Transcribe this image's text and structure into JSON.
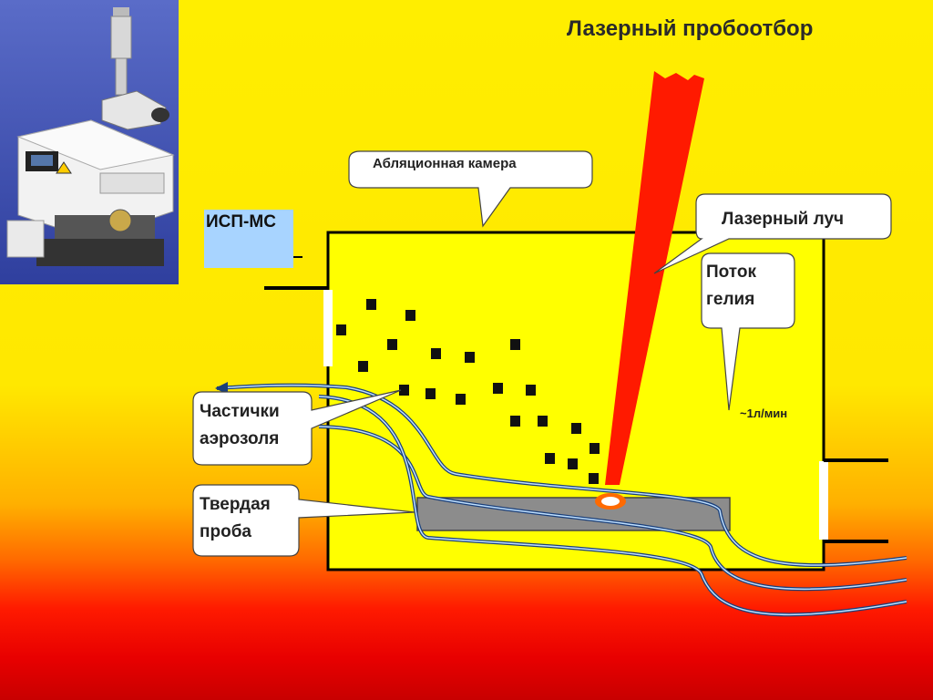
{
  "title": "Лазерный пробоотбор",
  "labels": {
    "ablation_chamber": "Абляционная камера",
    "icp_ms": "ИСП-МС",
    "laser_beam": "Лазерный луч",
    "helium_flow_line1": "Поток",
    "helium_flow_line2": "гелия",
    "flow_rate": "~1л/мин",
    "aerosol_line1": "Частички",
    "aerosol_line2": "аэрозоля",
    "sample_line1": "Твердая",
    "sample_line2": "проба"
  },
  "colors": {
    "chamber_fill": "#ffff00",
    "laser": "#ff1a00",
    "icp_box": "#a8d4ff",
    "sample_slab": "#8c8c8c",
    "particle": "#111111",
    "flow_line": "#2a74d8"
  },
  "icons": {
    "instrument_photo": "laser-ablation-instrument"
  }
}
